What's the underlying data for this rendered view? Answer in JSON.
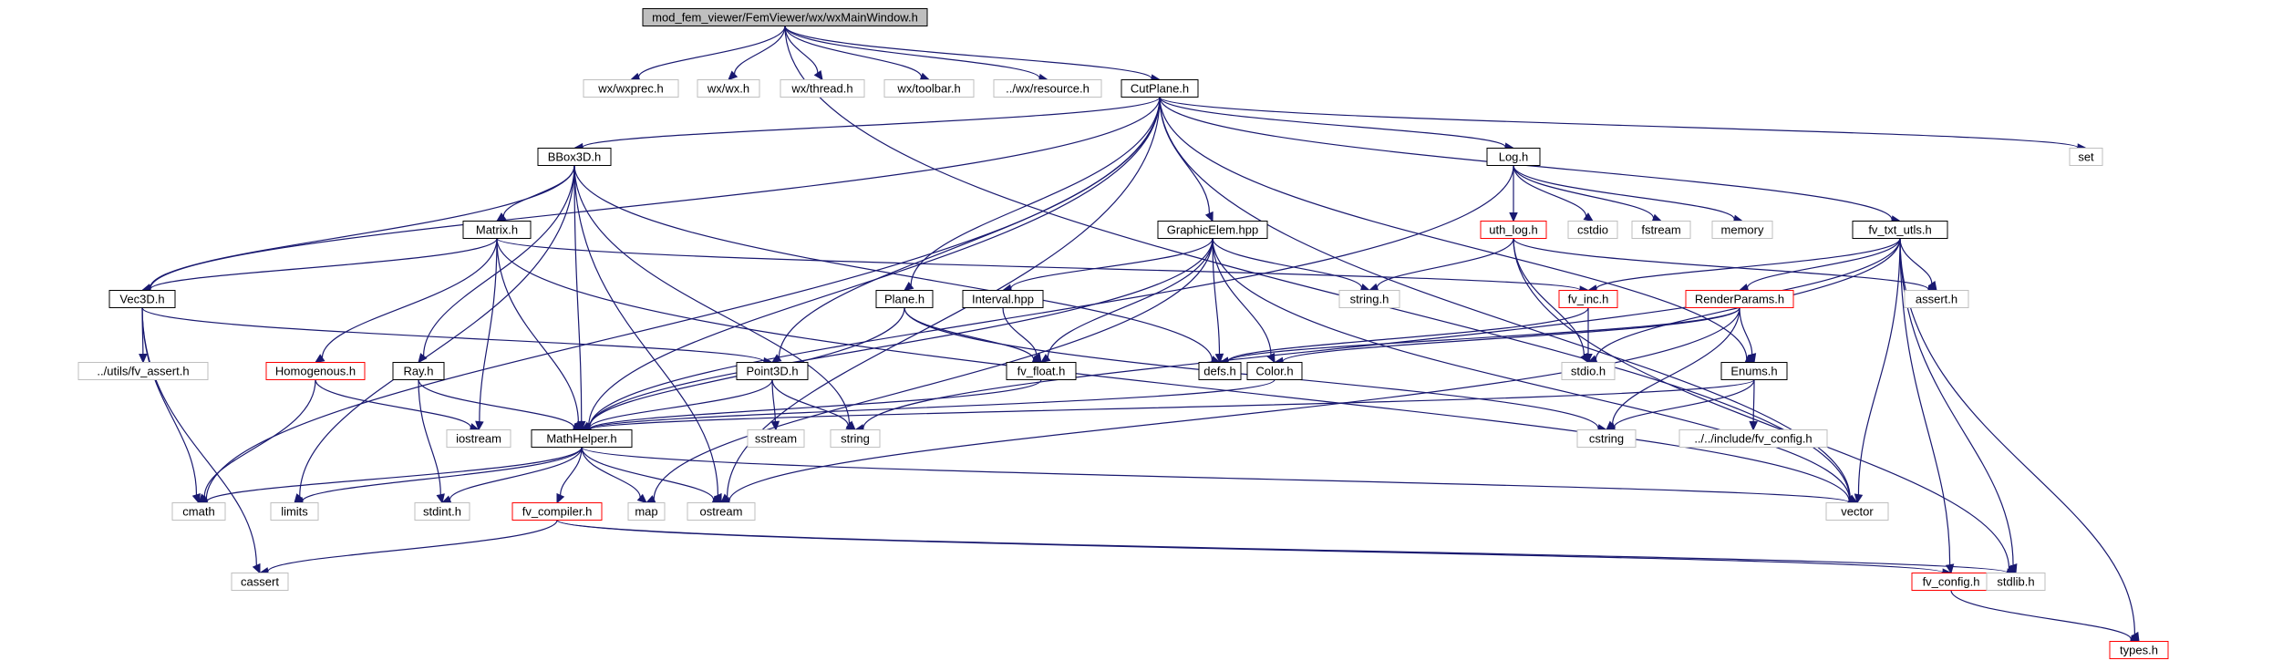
{
  "colors": {
    "edge": "#191970",
    "root_fill": "#bfbfbf",
    "root_border": "#000000",
    "documented_border": "#000000",
    "truncated_border": "#ff0000",
    "external_border": "#bfbfbf",
    "node_fill": "#ffffff",
    "text": "#000000"
  },
  "graph": {
    "nodes": [
      {
        "id": "root",
        "label": "mod_fem_viewer/FemViewer/wx/wxMainWindow.h",
        "kind": "root"
      },
      {
        "id": "wxprec",
        "label": "wx/wxprec.h",
        "kind": "external"
      },
      {
        "id": "wxwx",
        "label": "wx/wx.h",
        "kind": "external"
      },
      {
        "id": "wxthread",
        "label": "wx/thread.h",
        "kind": "external"
      },
      {
        "id": "wxtoolbar",
        "label": "wx/toolbar.h",
        "kind": "external"
      },
      {
        "id": "wxresource",
        "label": "../wx/resource.h",
        "kind": "external"
      },
      {
        "id": "cutplane",
        "label": "CutPlane.h",
        "kind": "documented"
      },
      {
        "id": "bbox3d",
        "label": "BBox3D.h",
        "kind": "documented"
      },
      {
        "id": "logh",
        "label": "Log.h",
        "kind": "documented"
      },
      {
        "id": "set",
        "label": "set",
        "kind": "external"
      },
      {
        "id": "matrix",
        "label": "Matrix.h",
        "kind": "documented"
      },
      {
        "id": "graphicelem",
        "label": "GraphicElem.hpp",
        "kind": "documented"
      },
      {
        "id": "uthlog",
        "label": "uth_log.h",
        "kind": "truncated"
      },
      {
        "id": "cstdio",
        "label": "cstdio",
        "kind": "external"
      },
      {
        "id": "fstream",
        "label": "fstream",
        "kind": "external"
      },
      {
        "id": "memory",
        "label": "memory",
        "kind": "external"
      },
      {
        "id": "fvtxtutls",
        "label": "fv_txt_utls.h",
        "kind": "documented"
      },
      {
        "id": "vec3d",
        "label": "Vec3D.h",
        "kind": "documented"
      },
      {
        "id": "planeh",
        "label": "Plane.h",
        "kind": "documented"
      },
      {
        "id": "intervalh",
        "label": "Interval.hpp",
        "kind": "documented"
      },
      {
        "id": "stringh",
        "label": "string.h",
        "kind": "external"
      },
      {
        "id": "fvinc",
        "label": "fv_inc.h",
        "kind": "truncated"
      },
      {
        "id": "renderparams",
        "label": "RenderParams.h",
        "kind": "truncated"
      },
      {
        "id": "asserth",
        "label": "assert.h",
        "kind": "external"
      },
      {
        "id": "fvassert",
        "label": "../utils/fv_assert.h",
        "kind": "external"
      },
      {
        "id": "homogenous",
        "label": "Homogenous.h",
        "kind": "truncated"
      },
      {
        "id": "rayh",
        "label": "Ray.h",
        "kind": "documented"
      },
      {
        "id": "point3d",
        "label": "Point3D.h",
        "kind": "documented"
      },
      {
        "id": "fvfloat",
        "label": "fv_float.h",
        "kind": "documented"
      },
      {
        "id": "defsh",
        "label": "defs.h",
        "kind": "documented"
      },
      {
        "id": "colorh",
        "label": "Color.h",
        "kind": "documented"
      },
      {
        "id": "stdioh",
        "label": "stdio.h",
        "kind": "external"
      },
      {
        "id": "enumsh",
        "label": "Enums.h",
        "kind": "documented"
      },
      {
        "id": "iostream",
        "label": "iostream",
        "kind": "external"
      },
      {
        "id": "mathhelper",
        "label": "MathHelper.h",
        "kind": "documented"
      },
      {
        "id": "sstream",
        "label": "sstream",
        "kind": "external"
      },
      {
        "id": "string",
        "label": "string",
        "kind": "external"
      },
      {
        "id": "cstring",
        "label": "cstring",
        "kind": "external"
      },
      {
        "id": "fvconfigpath",
        "label": "../../include/fv_config.h",
        "kind": "external"
      },
      {
        "id": "cmath",
        "label": "cmath",
        "kind": "external"
      },
      {
        "id": "limits",
        "label": "limits",
        "kind": "external"
      },
      {
        "id": "stdint",
        "label": "stdint.h",
        "kind": "external"
      },
      {
        "id": "fvcompiler",
        "label": "fv_compiler.h",
        "kind": "truncated"
      },
      {
        "id": "map",
        "label": "map",
        "kind": "external"
      },
      {
        "id": "ostream",
        "label": "ostream",
        "kind": "external"
      },
      {
        "id": "vector",
        "label": "vector",
        "kind": "external"
      },
      {
        "id": "cassert",
        "label": "cassert",
        "kind": "external"
      },
      {
        "id": "fvconfig",
        "label": "fv_config.h",
        "kind": "truncated"
      },
      {
        "id": "stdlibh",
        "label": "stdlib.h",
        "kind": "external"
      },
      {
        "id": "typesh",
        "label": "types.h",
        "kind": "truncated"
      }
    ],
    "edges": [
      {
        "from": "root",
        "to": "wxprec"
      },
      {
        "from": "root",
        "to": "wxwx"
      },
      {
        "from": "root",
        "to": "wxthread"
      },
      {
        "from": "root",
        "to": "wxtoolbar"
      },
      {
        "from": "root",
        "to": "wxresource"
      },
      {
        "from": "root",
        "to": "cutplane"
      },
      {
        "from": "root",
        "to": "vector"
      },
      {
        "from": "cutplane",
        "to": "cmath"
      },
      {
        "from": "cutplane",
        "to": "vec3d"
      },
      {
        "from": "cutplane",
        "to": "bbox3d"
      },
      {
        "from": "cutplane",
        "to": "mathhelper"
      },
      {
        "from": "cutplane",
        "to": "ostream"
      },
      {
        "from": "cutplane",
        "to": "point3d"
      },
      {
        "from": "cutplane",
        "to": "planeh"
      },
      {
        "from": "cutplane",
        "to": "graphicelem"
      },
      {
        "from": "cutplane",
        "to": "logh"
      },
      {
        "from": "cutplane",
        "to": "fvtxtutls"
      },
      {
        "from": "cutplane",
        "to": "set"
      },
      {
        "from": "cutplane",
        "to": "enumsh"
      },
      {
        "from": "cutplane",
        "to": "vector"
      },
      {
        "from": "bbox3d",
        "to": "matrix"
      },
      {
        "from": "bbox3d",
        "to": "vec3d"
      },
      {
        "from": "bbox3d",
        "to": "rayh"
      },
      {
        "from": "bbox3d",
        "to": "limits"
      },
      {
        "from": "bbox3d",
        "to": "mathhelper"
      },
      {
        "from": "bbox3d",
        "to": "ostream"
      },
      {
        "from": "bbox3d",
        "to": "string"
      },
      {
        "from": "bbox3d",
        "to": "defsh"
      },
      {
        "from": "matrix",
        "to": "vec3d"
      },
      {
        "from": "matrix",
        "to": "homogenous"
      },
      {
        "from": "matrix",
        "to": "iostream"
      },
      {
        "from": "matrix",
        "to": "mathhelper"
      },
      {
        "from": "matrix",
        "to": "fvinc"
      },
      {
        "from": "matrix",
        "to": "vector"
      },
      {
        "from": "vec3d",
        "to": "fvassert"
      },
      {
        "from": "vec3d",
        "to": "point3d"
      },
      {
        "from": "vec3d",
        "to": "cmath"
      },
      {
        "from": "vec3d",
        "to": "cassert"
      },
      {
        "from": "homogenous",
        "to": "cmath"
      },
      {
        "from": "homogenous",
        "to": "iostream"
      },
      {
        "from": "rayh",
        "to": "mathhelper"
      },
      {
        "from": "rayh",
        "to": "stdint"
      },
      {
        "from": "point3d",
        "to": "mathhelper"
      },
      {
        "from": "point3d",
        "to": "sstream"
      },
      {
        "from": "point3d",
        "to": "string"
      },
      {
        "from": "planeh",
        "to": "fvfloat"
      },
      {
        "from": "planeh",
        "to": "mathhelper"
      },
      {
        "from": "planeh",
        "to": "cstring"
      },
      {
        "from": "intervalh",
        "to": "fvfloat"
      },
      {
        "from": "fvfloat",
        "to": "mathhelper"
      },
      {
        "from": "graphicelem",
        "to": "intervalh"
      },
      {
        "from": "graphicelem",
        "to": "fvfloat"
      },
      {
        "from": "graphicelem",
        "to": "defsh"
      },
      {
        "from": "graphicelem",
        "to": "colorh"
      },
      {
        "from": "graphicelem",
        "to": "mathhelper"
      },
      {
        "from": "graphicelem",
        "to": "stringh"
      },
      {
        "from": "graphicelem",
        "to": "map"
      },
      {
        "from": "graphicelem",
        "to": "vector"
      },
      {
        "from": "colorh",
        "to": "mathhelper"
      },
      {
        "from": "logh",
        "to": "uthlog"
      },
      {
        "from": "logh",
        "to": "cstdio"
      },
      {
        "from": "logh",
        "to": "fstream"
      },
      {
        "from": "logh",
        "to": "memory"
      },
      {
        "from": "logh",
        "to": "mathhelper"
      },
      {
        "from": "uthlog",
        "to": "stringh"
      },
      {
        "from": "uthlog",
        "to": "stdioh"
      },
      {
        "from": "uthlog",
        "to": "asserth"
      },
      {
        "from": "uthlog",
        "to": "stdlibh"
      },
      {
        "from": "fvtxtutls",
        "to": "fvinc"
      },
      {
        "from": "fvtxtutls",
        "to": "renderparams"
      },
      {
        "from": "fvtxtutls",
        "to": "asserth"
      },
      {
        "from": "fvtxtutls",
        "to": "stdioh"
      },
      {
        "from": "fvtxtutls",
        "to": "vector"
      },
      {
        "from": "fvtxtutls",
        "to": "string"
      },
      {
        "from": "fvtxtutls",
        "to": "fvconfig"
      },
      {
        "from": "fvtxtutls",
        "to": "stdlibh"
      },
      {
        "from": "fvtxtutls",
        "to": "typesh"
      },
      {
        "from": "fvinc",
        "to": "stdioh"
      },
      {
        "from": "fvinc",
        "to": "defsh"
      },
      {
        "from": "renderparams",
        "to": "defsh"
      },
      {
        "from": "renderparams",
        "to": "colorh"
      },
      {
        "from": "renderparams",
        "to": "enumsh"
      },
      {
        "from": "renderparams",
        "to": "cstring"
      },
      {
        "from": "renderparams",
        "to": "ostream"
      },
      {
        "from": "enumsh",
        "to": "cstring"
      },
      {
        "from": "enumsh",
        "to": "fvconfigpath"
      },
      {
        "from": "enumsh",
        "to": "mathhelper"
      },
      {
        "from": "mathhelper",
        "to": "cmath"
      },
      {
        "from": "mathhelper",
        "to": "limits"
      },
      {
        "from": "mathhelper",
        "to": "stdint"
      },
      {
        "from": "mathhelper",
        "to": "fvcompiler"
      },
      {
        "from": "mathhelper",
        "to": "map"
      },
      {
        "from": "mathhelper",
        "to": "ostream"
      },
      {
        "from": "mathhelper",
        "to": "vector"
      },
      {
        "from": "fvcompiler",
        "to": "cassert"
      },
      {
        "from": "fvcompiler",
        "to": "fvconfig"
      },
      {
        "from": "fvcompiler",
        "to": "stdlibh"
      },
      {
        "from": "fvconfig",
        "to": "typesh"
      }
    ]
  }
}
